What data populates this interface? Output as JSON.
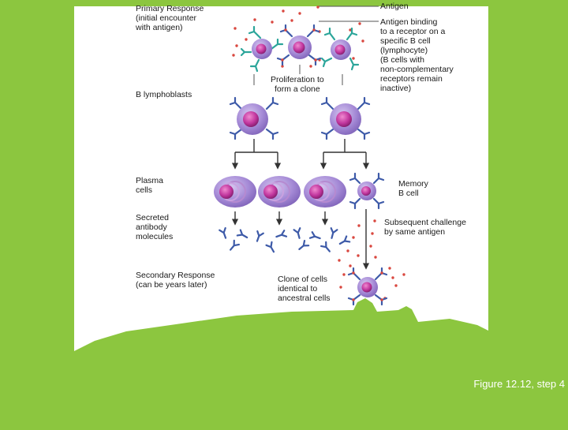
{
  "labels": {
    "primary_response": "Primary Response\n(initial encounter\nwith antigen)",
    "antigen": "Antigen",
    "antigen_binding": "Antigen binding\nto a receptor on a\nspecific B cell\n(lymphocyte)\n(B cells with\nnon-complementary\nreceptors remain\ninactive)",
    "proliferation": "Proliferation to\nform a clone",
    "b_lymphoblasts": "B lymphoblasts",
    "plasma_cells": "Plasma\ncells",
    "memory_b_cell": "Memory\nB cell",
    "secreted_antibody": "Secreted\nantibody\nmolecules",
    "subsequent_challenge": "Subsequent challenge\nby same antigen",
    "secondary_response": "Secondary Response\n(can be years later)",
    "clone_of_cells": "Clone of cells\nidentical to\nancestral cells"
  },
  "caption": "Figure 12.12, step 4",
  "colors": {
    "background": "#8cc63f",
    "panel": "#ffffff",
    "cell_body": "#a58ad6",
    "cell_nucleus": "#c1369e",
    "receptor": "#3d5aa8",
    "receptor_alt": "#2ba59a",
    "antigen_dot": "#d9473f",
    "arrow": "#333333"
  }
}
